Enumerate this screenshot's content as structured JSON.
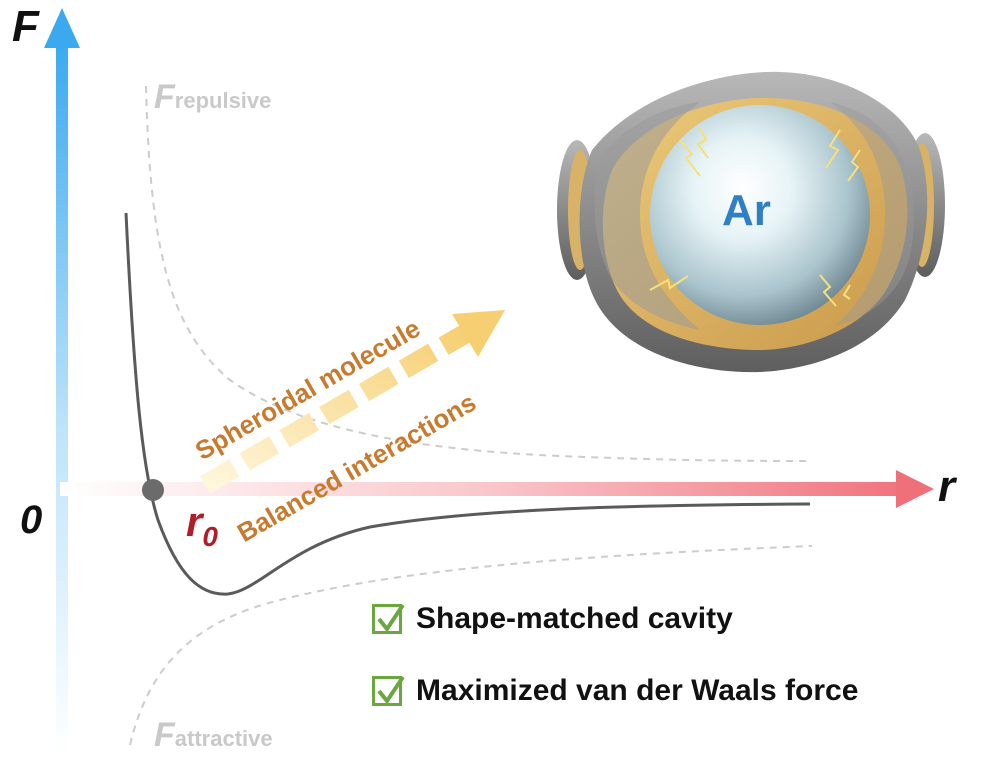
{
  "axes": {
    "y_label": "F",
    "x_label": "r",
    "origin_label": "0",
    "equilibrium_label": "r",
    "equilibrium_subscript": "0"
  },
  "curves": {
    "repulsive_prefix": "F",
    "repulsive_suffix": "repulsive",
    "attractive_prefix": "F",
    "attractive_suffix": "attractive"
  },
  "annotations": {
    "line1": "Spheroidal molecule",
    "line2": "Balanced interactions"
  },
  "cage": {
    "guest_label": "Ar"
  },
  "checklist": [
    {
      "label": "Shape-matched cavity"
    },
    {
      "label": "Maximized van der Waals force"
    }
  ],
  "colors": {
    "y_axis": "#4ab4f0",
    "x_axis": "#f0707a",
    "curve": "#5a5a5a",
    "dashed": "#cccccc",
    "orange": "#c87a2f",
    "arrow_yellow": "#f7d27a",
    "check_green": "#6aa83f",
    "cage_gray": "#8c8c8c",
    "cage_gold": "#dcae58",
    "ar_blue": "#2f7fc4"
  }
}
